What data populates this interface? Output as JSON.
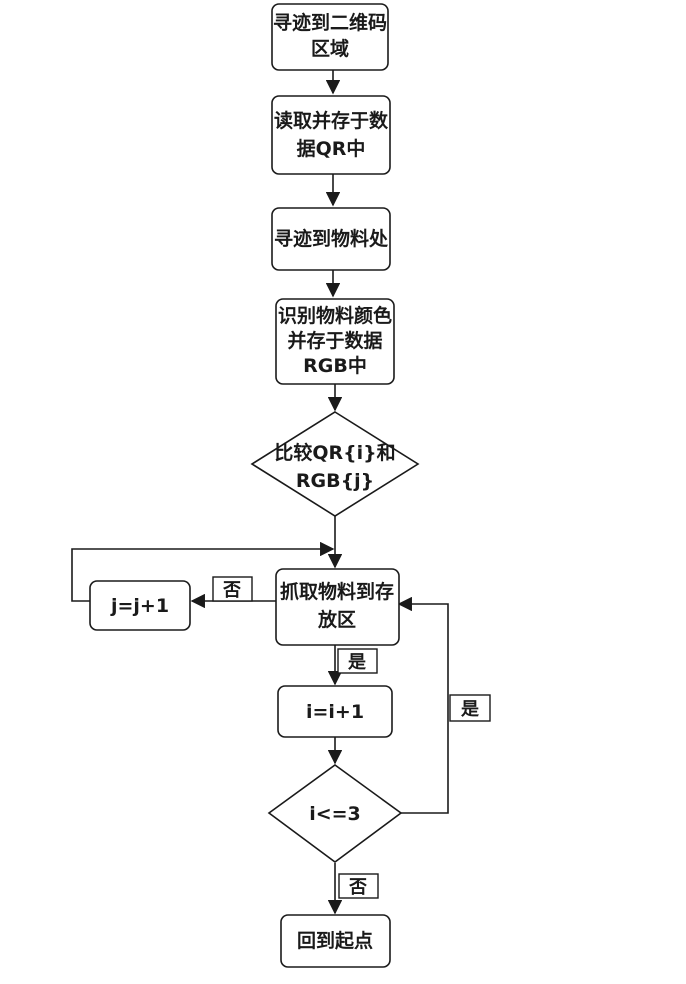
{
  "nodes": {
    "find_qr_region": {
      "lines": [
        "寻迹到二维码",
        "区域"
      ]
    },
    "read_store_qr": {
      "lines": [
        "读取并存于数",
        "据QR中"
      ]
    },
    "find_material": {
      "lines": [
        "寻迹到物料处"
      ]
    },
    "identify_color": {
      "lines": [
        "识别物料颜色",
        "并存于数据",
        "RGB中"
      ]
    },
    "compare": {
      "lines": [
        "比较QR{i}和",
        "RGB{j}"
      ]
    },
    "grab_material": {
      "lines": [
        "抓取物料到存",
        "放区"
      ]
    },
    "j_increment": {
      "lines": [
        "j=j+1"
      ]
    },
    "i_increment": {
      "lines": [
        "i=i+1"
      ]
    },
    "check_i": {
      "lines": [
        "i<=3"
      ]
    },
    "return_start": {
      "lines": [
        "回到起点"
      ]
    }
  },
  "edge_labels": {
    "grab_no": "否",
    "grab_yes": "是",
    "loop_yes": "是",
    "check_no": "否"
  }
}
